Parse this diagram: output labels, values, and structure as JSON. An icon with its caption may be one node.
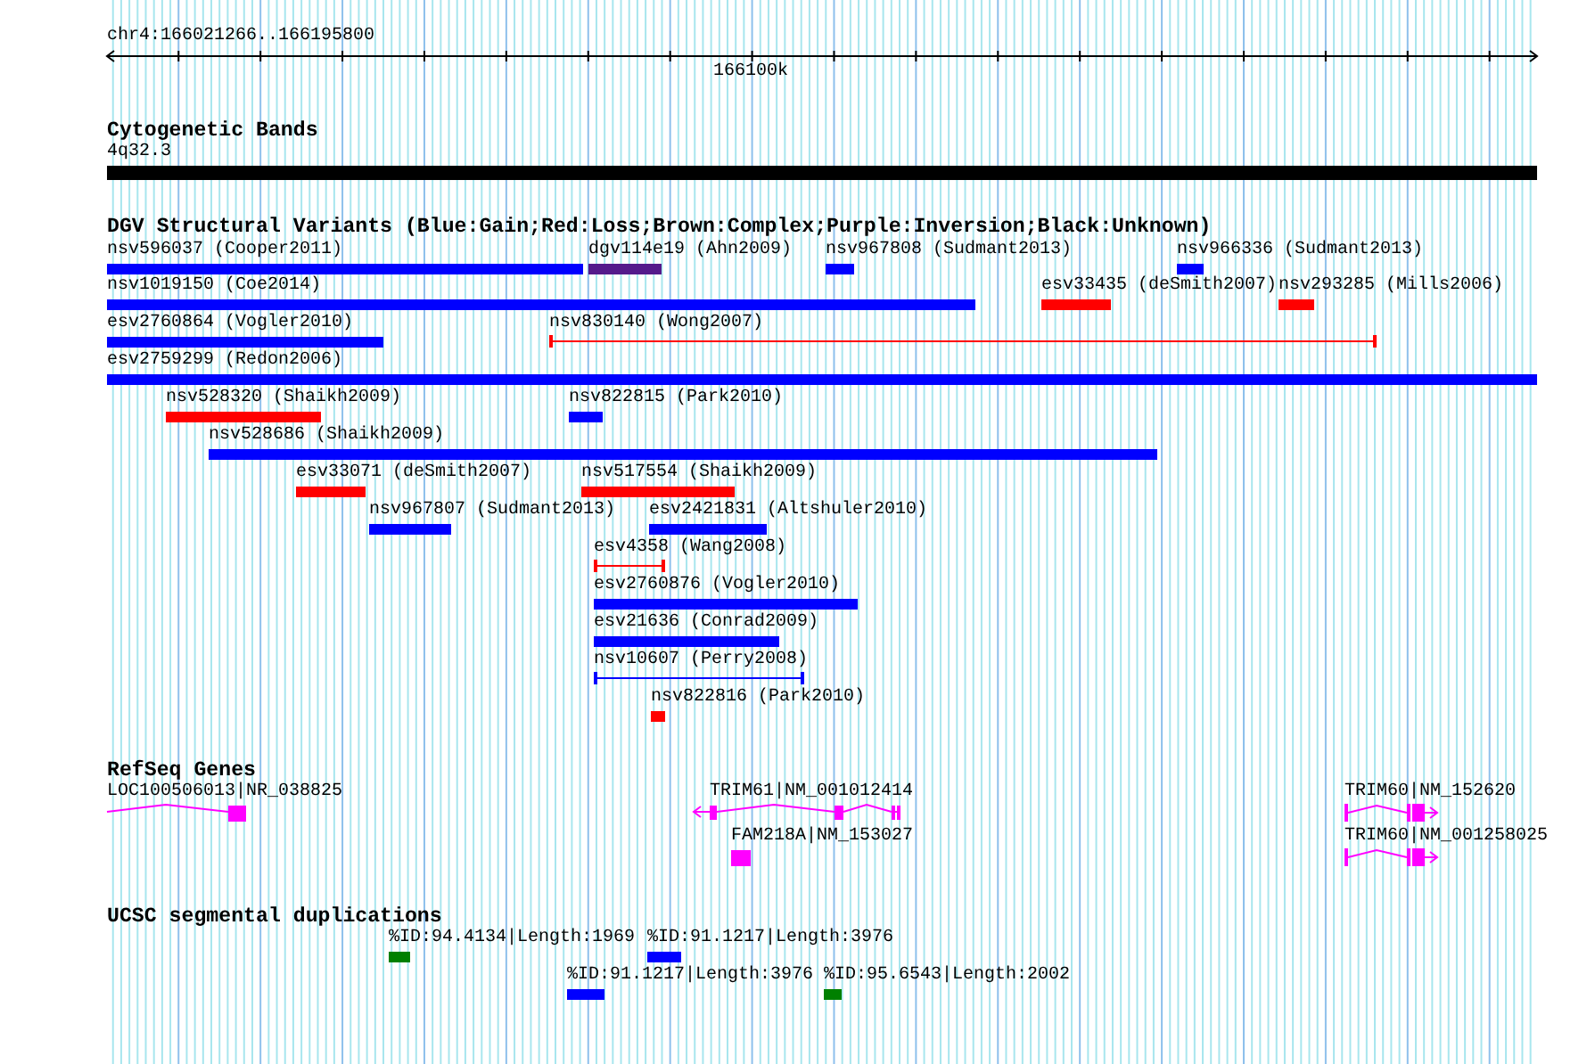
{
  "diagram": {
    "nodes": [
      {
        "text": [
          "4q32.3"
        ]
      },
      {
        "text": [
          "nsv596037 (Cooper2011)"
        ]
      },
      {
        "text": [
          "dgv114e19 (Ahn2009)"
        ]
      },
      {
        "text": [
          "nsv967808 (Sudmant2013)"
        ]
      },
      {
        "text": [
          "nsv966336 (Sudmant2013)"
        ]
      },
      {
        "text": [
          "nsv1019150 (Coe2014)"
        ]
      },
      {
        "text": [
          "esv33435 (deSmith2007)"
        ]
      },
      {
        "text": [
          "nsv293285 (Mills2006)"
        ]
      },
      {
        "text": [
          "esv2760864 (Vogler2010)"
        ]
      },
      {
        "text": [
          "nsv830140 (Wong2007)"
        ]
      },
      {
        "text": [
          "esv2759299 (Redon2006)"
        ]
      },
      {
        "text": [
          "nsv528320 (Shaikh2009)"
        ]
      },
      {
        "text": [
          "nsv822815 (Park2010)"
        ]
      },
      {
        "text": [
          "nsv528686 (Shaikh2009)"
        ]
      },
      {
        "text": [
          "esv33071 (deSmith2007)"
        ]
      },
      {
        "text": [
          "nsv517554 (Shaikh2009)"
        ]
      },
      {
        "text": [
          "nsv967807 (Sudmant2013)"
        ]
      },
      {
        "text": [
          "esv2421831 (Altshuler2010)"
        ]
      },
      {
        "text": [
          "esv4358 (Wang2008)"
        ]
      },
      {
        "text": [
          "esv2760876 (Vogler2010)"
        ]
      },
      {
        "text": [
          "esv21636 (Conrad2009)"
        ]
      },
      {
        "text": [
          "nsv10607 (Perry2008)"
        ]
      },
      {
        "text": [
          "nsv822816 (Park2010)"
        ]
      },
      {
        "text": [
          "LOC100506013|NR_038825"
        ]
      },
      {
        "text": [
          "TRIM61|NM_001012414"
        ]
      },
      {
        "text": [
          "TRIM60|NM_152620"
        ]
      },
      {
        "text": [
          "FAM218A|NM_153027"
        ]
      },
      {
        "text": [
          "TRIM60|NM_001258025"
        ]
      },
      {
        "text": [
          "%ID:94.4134|Length:1969"
        ]
      },
      {
        "text": [
          "%ID:91.1217|Length:3976"
        ]
      },
      {
        "text": [
          "%ID:91.1217|Length:3976"
        ]
      },
      {
        "text": [
          "%ID:95.6543|Length:2002"
        ]
      }
    ],
    "labels": [
      "chr4:166021266..166195800",
      "166100k",
      "Cytogenetic Bands",
      "DGV Structural Variants (Blue:Gain;Red:Loss;Brown:Complex;Purple:Inversion;Black:Unknown)",
      "RefSeq Genes",
      "UCSC segmental duplications"
    ]
  }
}
